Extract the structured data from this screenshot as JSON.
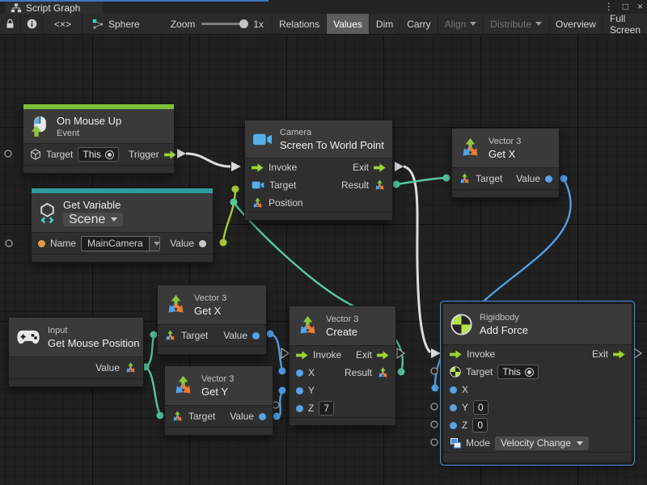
{
  "window": {
    "tab_title": "Script Graph",
    "menu_icon": "⋮",
    "maximize_icon": "□",
    "close_icon": "×"
  },
  "toolbar": {
    "code_toggle": "<×>",
    "graph_name": "Sphere",
    "zoom_label": "Zoom",
    "zoom_value": "1x",
    "relations": "Relations",
    "values": "Values",
    "dim": "Dim",
    "carry": "Carry",
    "align": "Align",
    "distribute": "Distribute",
    "overview": "Overview",
    "full_screen": "Full Screen"
  },
  "nodes": {
    "on_mouse_up": {
      "title": "On Mouse Up",
      "subtitle": "Event",
      "target_label": "Target",
      "target_value": "This",
      "trigger_label": "Trigger"
    },
    "get_variable": {
      "title": "Get Variable",
      "scope": "Scene",
      "name_label": "Name",
      "name_value": "MainCamera",
      "value_label": "Value"
    },
    "camera": {
      "category": "Camera",
      "title": "Screen To World Point",
      "invoke_label": "Invoke",
      "exit_label": "Exit",
      "target_label": "Target",
      "result_label": "Result",
      "position_label": "Position"
    },
    "get_x_top": {
      "category": "Vector 3",
      "title": "Get X",
      "target_label": "Target",
      "value_label": "Value"
    },
    "get_x_mid": {
      "category": "Vector 3",
      "title": "Get X",
      "target_label": "Target",
      "value_label": "Value"
    },
    "get_y": {
      "category": "Vector 3",
      "title": "Get Y",
      "target_label": "Target",
      "value_label": "Value"
    },
    "get_mouse_position": {
      "category": "Input",
      "title": "Get Mouse Position",
      "value_label": "Value"
    },
    "vector3_create": {
      "category": "Vector 3",
      "title": "Create",
      "invoke_label": "Invoke",
      "exit_label": "Exit",
      "x_label": "X",
      "result_label": "Result",
      "y_label": "Y",
      "z_label": "Z",
      "z_value": "7"
    },
    "add_force": {
      "category": "Rigidbody",
      "title": "Add Force",
      "invoke_label": "Invoke",
      "exit_label": "Exit",
      "target_label": "Target",
      "target_value": "This",
      "x_label": "X",
      "y_label": "Y",
      "y_value": "0",
      "z_label": "Z",
      "z_value": "0",
      "mode_label": "Mode",
      "mode_value": "Velocity Change"
    }
  },
  "colors": {
    "event_bar_green": "#7cc13b",
    "variable_bar_teal": "#2c9c9c",
    "flow_arrow_green": "#9fd42f",
    "wire_white": "#dcdcdc",
    "wire_lime": "#a3c937",
    "wire_teal": "#55cb9f",
    "wire_blue": "#4f9fe8",
    "port_blue": "#55a3e8",
    "port_orange": "#e09a4b",
    "selection_blue": "#4a90e2",
    "tab_accent_blue": "#3e79bb"
  }
}
